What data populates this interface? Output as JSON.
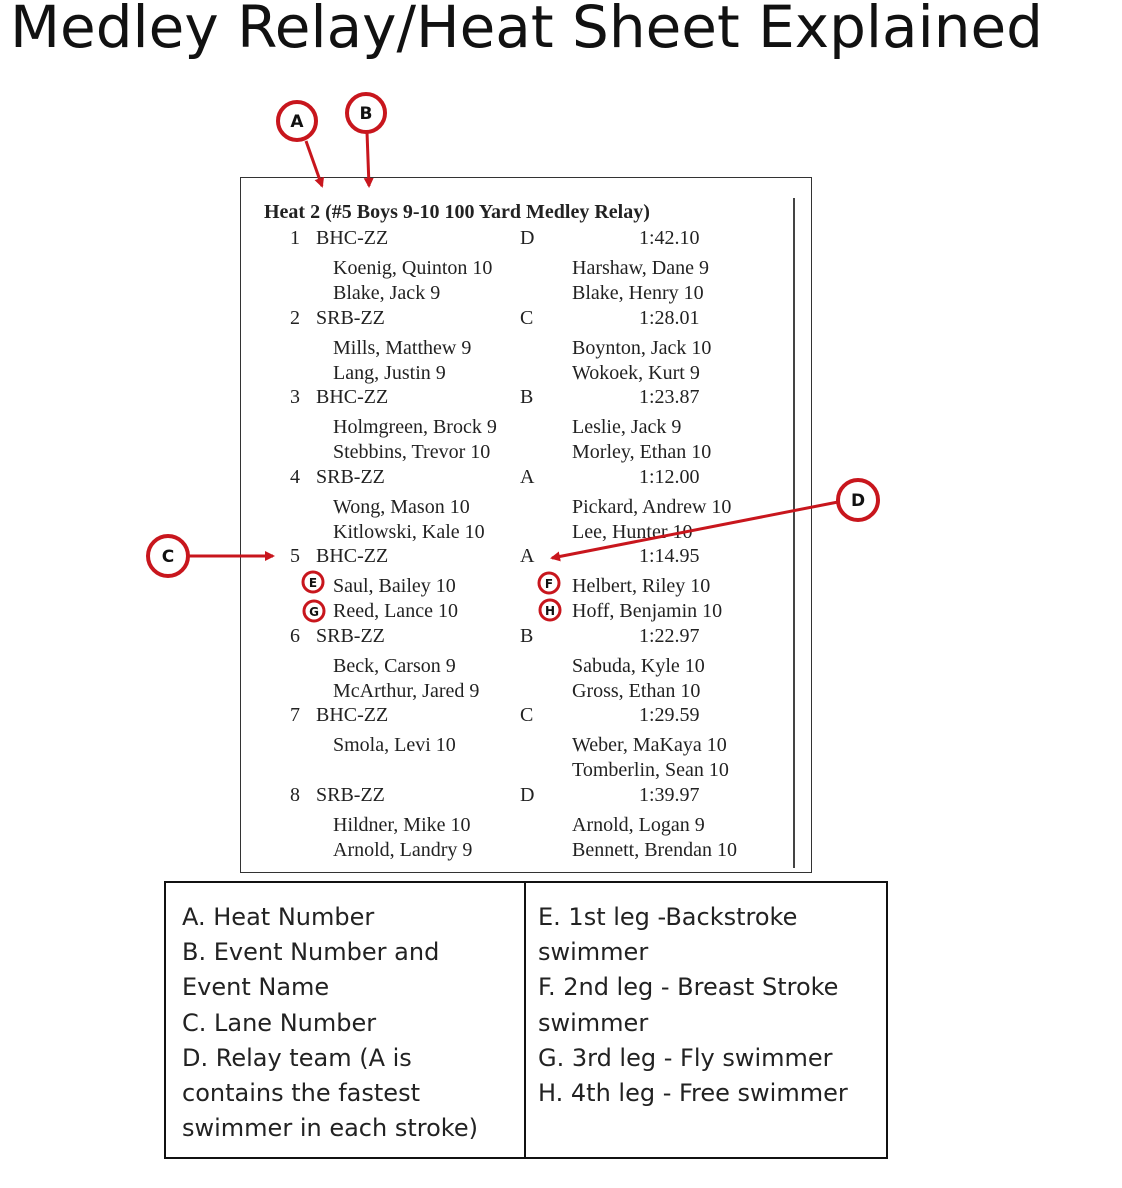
{
  "title": "Medley Relay/Heat Sheet Explained",
  "heat_sheet": {
    "header": "Heat  2  (#5 Boys 9-10 100 Yard Medley Relay)",
    "entries": [
      {
        "lane": "1",
        "team": "BHC-ZZ",
        "relay": "D",
        "time": "1:42.10",
        "swimmers": [
          "Koenig, Quinton 10",
          "Harshaw, Dane 9",
          "Blake, Jack 9",
          "Blake, Henry 10"
        ]
      },
      {
        "lane": "2",
        "team": "SRB-ZZ",
        "relay": "C",
        "time": "1:28.01",
        "swimmers": [
          "Mills, Matthew 9",
          "Boynton, Jack 10",
          "Lang, Justin 9",
          "Wokoek, Kurt 9"
        ]
      },
      {
        "lane": "3",
        "team": "BHC-ZZ",
        "relay": "B",
        "time": "1:23.87",
        "swimmers": [
          "Holmgreen, Brock 9",
          "Leslie, Jack 9",
          "Stebbins, Trevor 10",
          "Morley, Ethan 10"
        ]
      },
      {
        "lane": "4",
        "team": "SRB-ZZ",
        "relay": "A",
        "time": "1:12.00",
        "swimmers": [
          "Wong, Mason 10",
          "Pickard, Andrew 10",
          "Kitlowski, Kale 10",
          "Lee, Hunter 10"
        ]
      },
      {
        "lane": "5",
        "team": "BHC-ZZ",
        "relay": "A",
        "time": "1:14.95",
        "swimmers": [
          "Saul, Bailey 10",
          "Helbert, Riley 10",
          "Reed, Lance 10",
          "Hoff, Benjamin 10"
        ]
      },
      {
        "lane": "6",
        "team": "SRB-ZZ",
        "relay": "B",
        "time": "1:22.97",
        "swimmers": [
          "Beck, Carson 9",
          "Sabuda, Kyle 10",
          "McArthur, Jared 9",
          "Gross, Ethan 10"
        ]
      },
      {
        "lane": "7",
        "team": "BHC-ZZ",
        "relay": "C",
        "time": "1:29.59",
        "swimmers": [
          "Smola, Levi 10",
          "Weber, MaKaya 10",
          "Tomberlin, Sean 10"
        ]
      },
      {
        "lane": "8",
        "team": "SRB-ZZ",
        "relay": "D",
        "time": "1:39.97",
        "swimmers": [
          "Hildner, Mike 10",
          "Arnold, Logan 9",
          "Arnold, Landry 9",
          "Bennett, Brendan 10"
        ]
      }
    ]
  },
  "callouts": {
    "a": "A",
    "b": "B",
    "c": "C",
    "d": "D",
    "e": "E",
    "f": "F",
    "g": "G",
    "h": "H"
  },
  "legend": {
    "left": [
      "A. Heat Number",
      "B. Event Number and",
      "Event Name",
      "C. Lane Number",
      "D. Relay team (A is",
      "contains the fastest",
      "swimmer in each stroke)"
    ],
    "right": [
      "E. 1st leg -Backstroke",
      "swimmer",
      "F. 2nd leg - Breast Stroke",
      "swimmer",
      "G. 3rd leg - Fly swimmer",
      "H. 4th leg - Free swimmer"
    ]
  },
  "colors": {
    "annotation": "#c8161d",
    "text": "#222222",
    "border": "#333333"
  }
}
